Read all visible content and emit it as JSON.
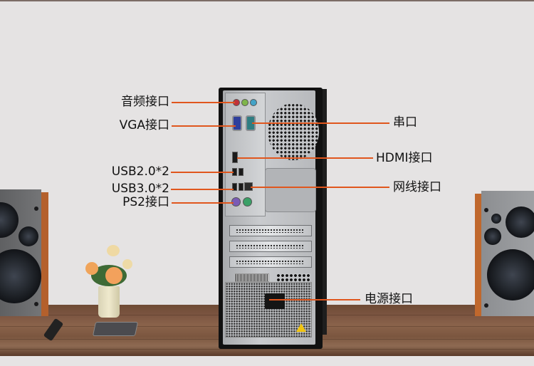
{
  "scene": {
    "description": "Rear view of desktop PC tower on a wooden desk, flanked by bookshelf speakers, with annotated rear I/O ports",
    "colors": {
      "wall": "#e5e3e3",
      "desk": "#7a5440",
      "leader_line": "#e0561d",
      "label_text": "#111111",
      "speaker_wood": "#c0682d"
    }
  },
  "callouts": {
    "left": [
      {
        "id": "audio",
        "label": "音频接口"
      },
      {
        "id": "vga",
        "label": "VGA接口"
      },
      {
        "id": "usb2",
        "label": "USB2.0*2"
      },
      {
        "id": "usb3",
        "label": "USB3.0*2"
      },
      {
        "id": "ps2",
        "label": "PS2接口"
      }
    ],
    "right": [
      {
        "id": "serial",
        "label": "串口"
      },
      {
        "id": "hdmi",
        "label": "HDMI接口"
      },
      {
        "id": "ethernet",
        "label": "网线接口"
      },
      {
        "id": "power",
        "label": "电源接口"
      }
    ]
  }
}
